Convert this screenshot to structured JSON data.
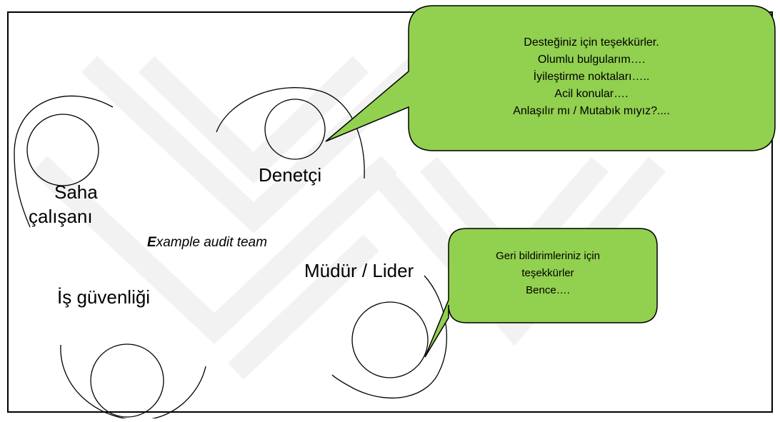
{
  "colors": {
    "bubble_fill": "#92D050",
    "bubble_stroke": "#000000",
    "line": "#000000",
    "watermark": "#F2F2F2",
    "background": "#FFFFFF"
  },
  "labels": {
    "saha_line1": "Saha",
    "saha_line2": "çalışanı",
    "denetci": "Denetçi",
    "is_guvenligi": "İş güvenliği",
    "mudur": "Müdür / Lider",
    "team_caption_first": "E",
    "team_caption_rest": "xample audit team"
  },
  "bubble_denetci": {
    "lines": [
      "Desteğiniz için teşekkürler.",
      "Olumlu bulgularım….",
      "İyileştirme noktaları…..",
      "Acil konular….",
      "Anlaşılır mı / Mutabık mıyız?...."
    ]
  },
  "bubble_mudur": {
    "lines": [
      "Geri bildirimleriniz için",
      "teşekkürler",
      "Bence…."
    ]
  }
}
